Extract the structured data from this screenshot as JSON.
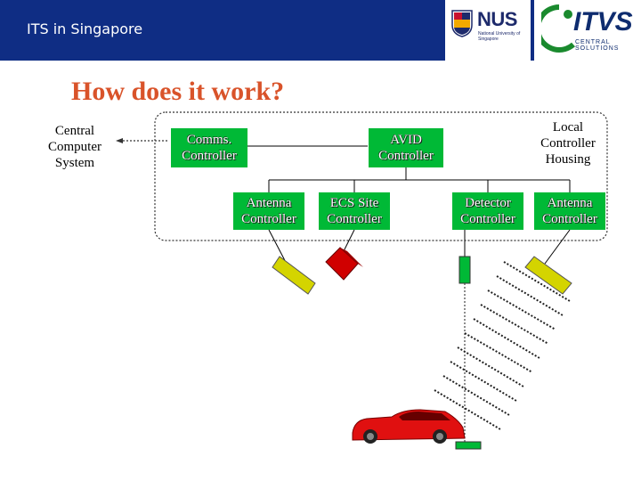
{
  "header": {
    "title": "ITS in Singapore",
    "nus_logo_text": "NUS",
    "nus_logo_subtext": "National University of Singapore",
    "itvs_logo_text": "ITVS",
    "itvs_logo_subtext": "CENTRAL SOLUTIONS"
  },
  "slide": {
    "title": "How does it work?"
  },
  "diagram": {
    "central_computer": "Central Computer System",
    "local_housing": "Local Controller Housing",
    "comms_controller": "Comms. Controller",
    "avid_controller": "AVID Controller",
    "antenna_controller_1": "Antenna Controller",
    "ecs_controller": "ECS Site Controller",
    "detector_controller": "Detector Controller",
    "antenna_controller_2": "Antenna Controller"
  },
  "colors": {
    "header_bg": "#0f2d84",
    "title": "#d9532a",
    "controller_box": "#00b936",
    "antenna": "#d4d400",
    "ecs_device": "#d00000",
    "car": "#e01010"
  }
}
